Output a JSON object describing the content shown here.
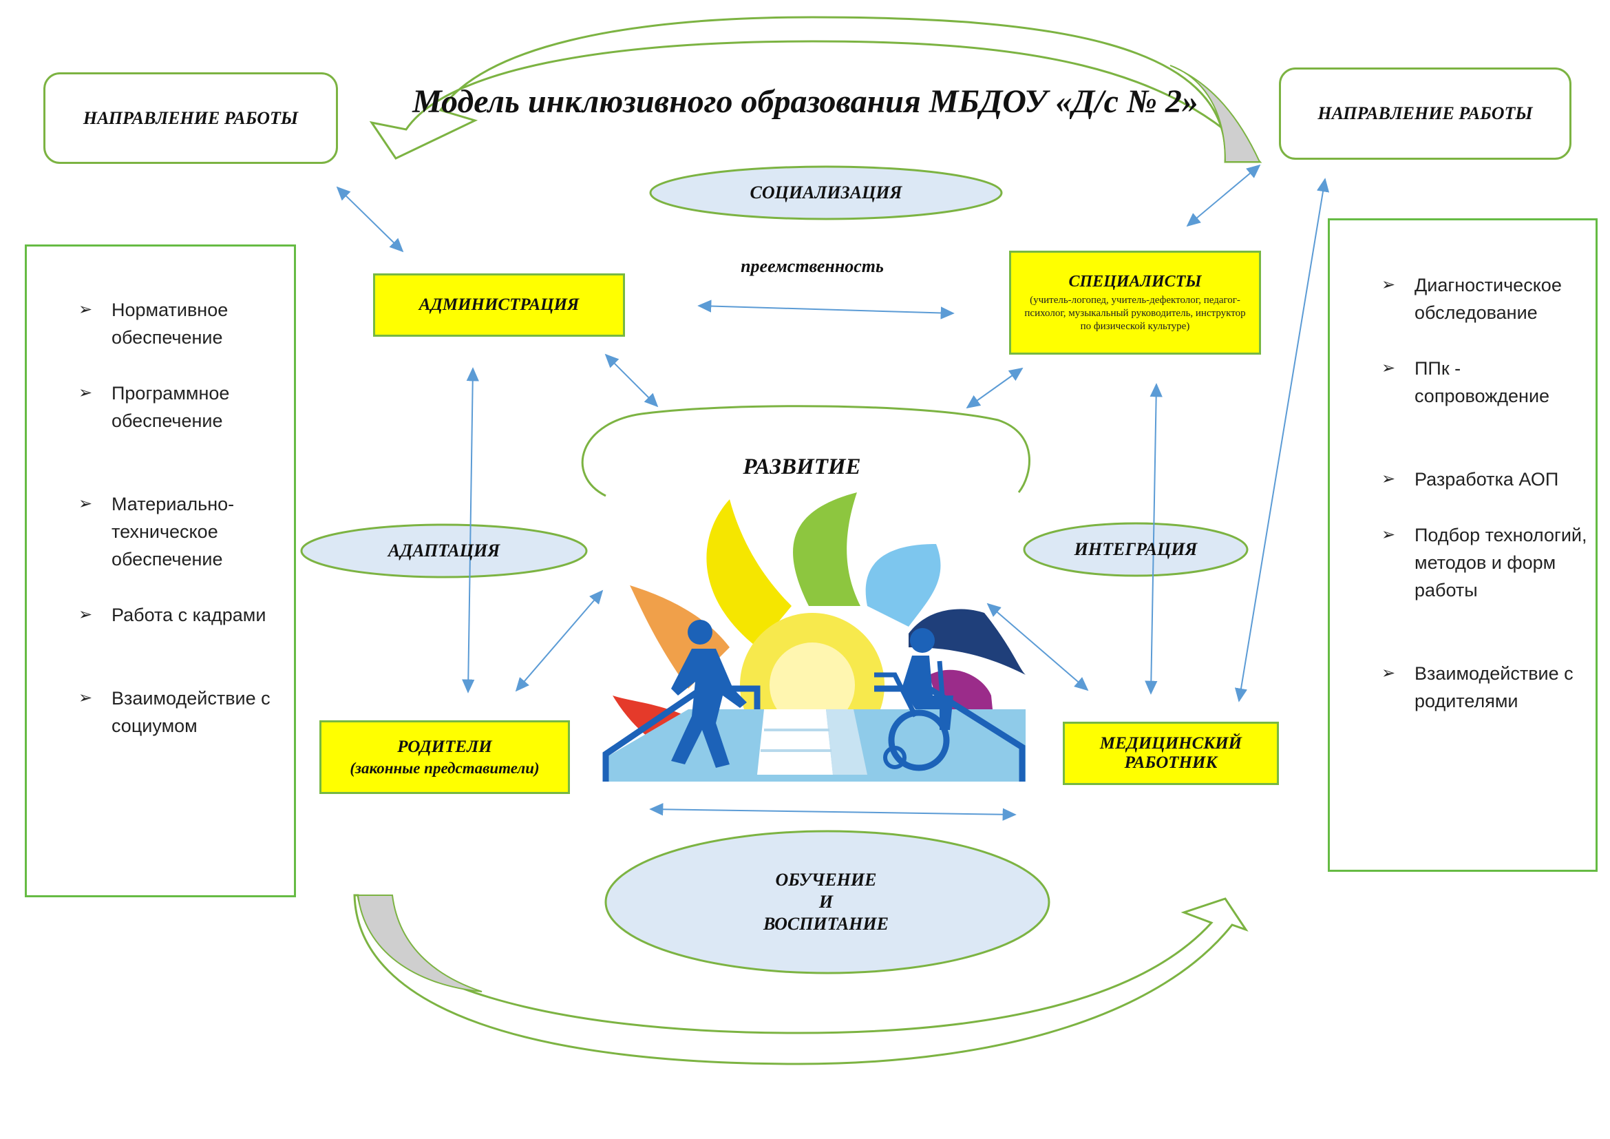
{
  "title": "Модель инклюзивного образования МБДОУ «Д/с № 2»",
  "direction_left": "НАПРАВЛЕНИЕ РАБОТЫ",
  "direction_right": "НАПРАВЛЕНИЕ РАБОТЫ",
  "socialization": "СОЦИАЛИЗАЦИЯ",
  "continuity": "преемственность",
  "administration": "АДМИНИСТРАЦИЯ",
  "specialists": {
    "title": "СПЕЦИАЛИСТЫ",
    "details": "(учитель-логопед, учитель-дефектолог, педагог-психолог, музыкальный руководитель, инструктор по физической культуре)"
  },
  "development": "РАЗВИТИЕ",
  "adaptation": "АДАПТАЦИЯ",
  "integration": "ИНТЕГРАЦИЯ",
  "parents": {
    "title": "РОДИТЕЛИ",
    "details": "(законные представители)"
  },
  "medical": {
    "line1": "МЕДИЦИНСКИЙ",
    "line2": "РАБОТНИК"
  },
  "education": {
    "line1": "ОБУЧЕНИЕ",
    "line2": "И",
    "line3": "ВОСПИТАНИЕ"
  },
  "left_list": [
    "Нормативное обеспечение",
    "Программное обеспечение",
    "Материально-техническое обеспечение",
    "Работа с кадрами",
    "Взаимодействие с социумом"
  ],
  "right_list": [
    "Диагностическое обследование",
    "ППк - сопровождение",
    "Разработка АОП",
    "Подбор технологий, методов и форм работы",
    "Взаимодействие с родителями"
  ],
  "bullet_icon": "arrowhead-bullet-icon",
  "colors": {
    "box_border": "#7cb342",
    "yellow_box": "#ffff00",
    "ellipse_fill": "#dce8f5",
    "connector": "#5b9bd5",
    "big_arrow_fill": "#d0d0d0"
  }
}
